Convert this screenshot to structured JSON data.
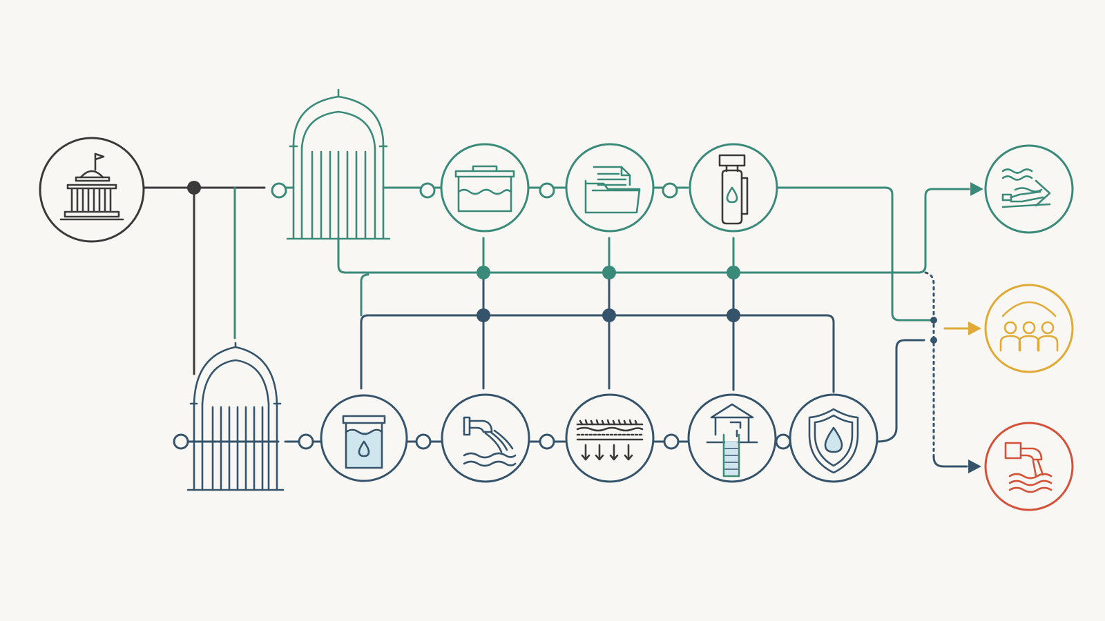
{
  "colors": {
    "background": "#f8f7f3",
    "governance": "#3a3a3a",
    "upper_flow": "#3a8a7a",
    "lower_flow": "#35546c",
    "community": "#e0aa35",
    "pollution": "#d4513a",
    "water_fill": "#cfe6ee"
  },
  "nodes": [
    {
      "id": "government",
      "icon": "capitol-building-icon",
      "color": "governance"
    },
    {
      "id": "treatment-gate-upper",
      "icon": "arched-gate-icon",
      "color": "upper_flow"
    },
    {
      "id": "storage-tank",
      "icon": "water-tank-icon",
      "color": "upper_flow"
    },
    {
      "id": "records",
      "icon": "document-folder-icon",
      "color": "upper_flow"
    },
    {
      "id": "water-bottle",
      "icon": "water-dispenser-icon",
      "color": "upper_flow"
    },
    {
      "id": "treatment-gate-lower",
      "icon": "arched-gate-icon",
      "color": "lower_flow"
    },
    {
      "id": "water-container",
      "icon": "water-container-icon",
      "color": "lower_flow"
    },
    {
      "id": "outflow-pipe",
      "icon": "outflow-pipe-icon",
      "color": "lower_flow"
    },
    {
      "id": "filtration",
      "icon": "soil-filtration-icon",
      "color": "lower_flow"
    },
    {
      "id": "well",
      "icon": "water-well-icon",
      "color": "lower_flow"
    },
    {
      "id": "protection",
      "icon": "shield-water-icon",
      "color": "lower_flow"
    },
    {
      "id": "river-diversion",
      "icon": "river-diversion-icon",
      "color": "upper_flow"
    },
    {
      "id": "community",
      "icon": "community-people-icon",
      "color": "community"
    },
    {
      "id": "pollution-discharge",
      "icon": "pollution-discharge-icon",
      "color": "pollution"
    }
  ]
}
